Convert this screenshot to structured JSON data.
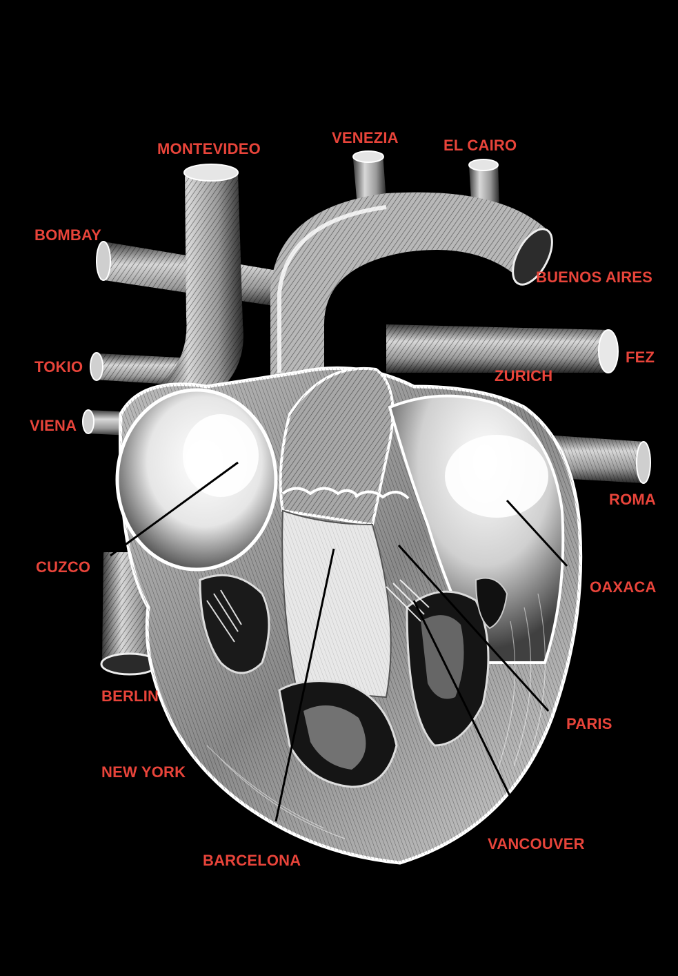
{
  "colors": {
    "background": "#000000",
    "label": "#e8443a",
    "engraving": "#ffffff"
  },
  "labels": {
    "montevideo": "MONTEVIDEO",
    "venezia": "VENEZIA",
    "el_cairo": "EL CAIRO",
    "bombay": "BOMBAY",
    "buenos_aires": "BUENOS AIRES",
    "fez": "FEZ",
    "tokio": "TOKIO",
    "zurich": "ZURICH",
    "viena": "VIENA",
    "roma": "ROMA",
    "cuzco": "CUZCO",
    "oaxaca": "OAXACA",
    "berlin": "BERLIN",
    "paris": "PARIS",
    "new_york": "NEW YORK",
    "vancouver": "VANCOUVER",
    "barcelona": "BARCELONA"
  }
}
